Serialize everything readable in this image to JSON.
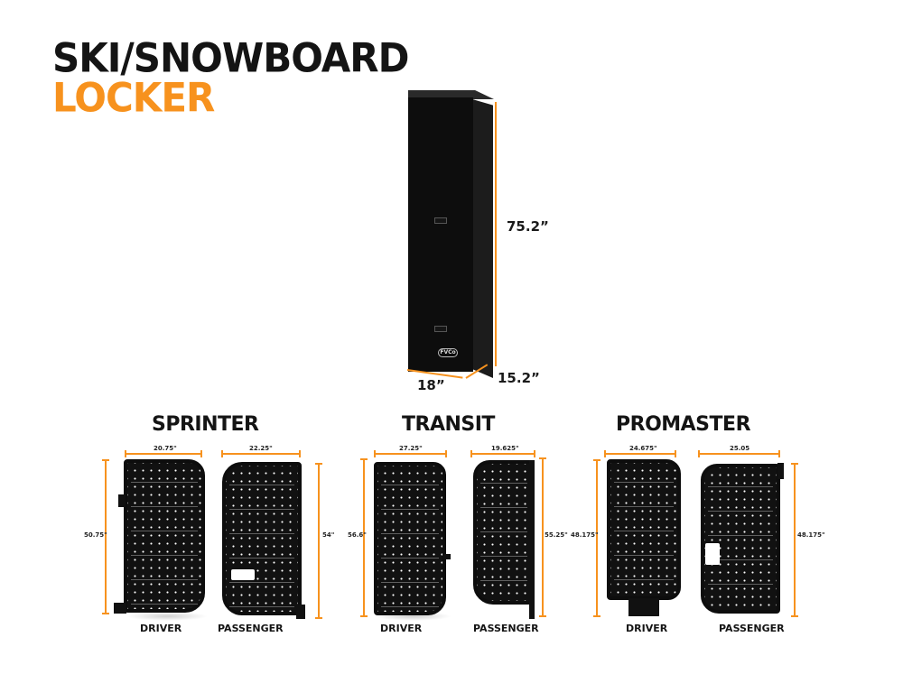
{
  "title": {
    "line1": "SKI/SNOWBOARD",
    "line2": "LOCKER"
  },
  "colors": {
    "accent": "#f7921e",
    "text": "#141414",
    "product": "#0d0d0d"
  },
  "locker": {
    "height": "75.2”",
    "width": "18”",
    "depth": "15.2”",
    "logo": "FVCo"
  },
  "vans": [
    {
      "name": "SPRINTER",
      "driver": {
        "label": "DRIVER",
        "width": "20.75\"",
        "height": "50.75\""
      },
      "passenger": {
        "label": "PASSENGER",
        "width": "22.25\"",
        "height": "54\""
      }
    },
    {
      "name": "TRANSIT",
      "driver": {
        "label": "DRIVER",
        "width": "27.25\"",
        "height": "56.6\""
      },
      "passenger": {
        "label": "PASSENGER",
        "width": "19.625\"",
        "height": "55.25\""
      }
    },
    {
      "name": "PROMASTER",
      "driver": {
        "label": "DRIVER",
        "width": "24.675\"",
        "height": "48.175\""
      },
      "passenger": {
        "label": "PASSENGER",
        "width": "25.05",
        "height": "48.175\""
      }
    }
  ]
}
